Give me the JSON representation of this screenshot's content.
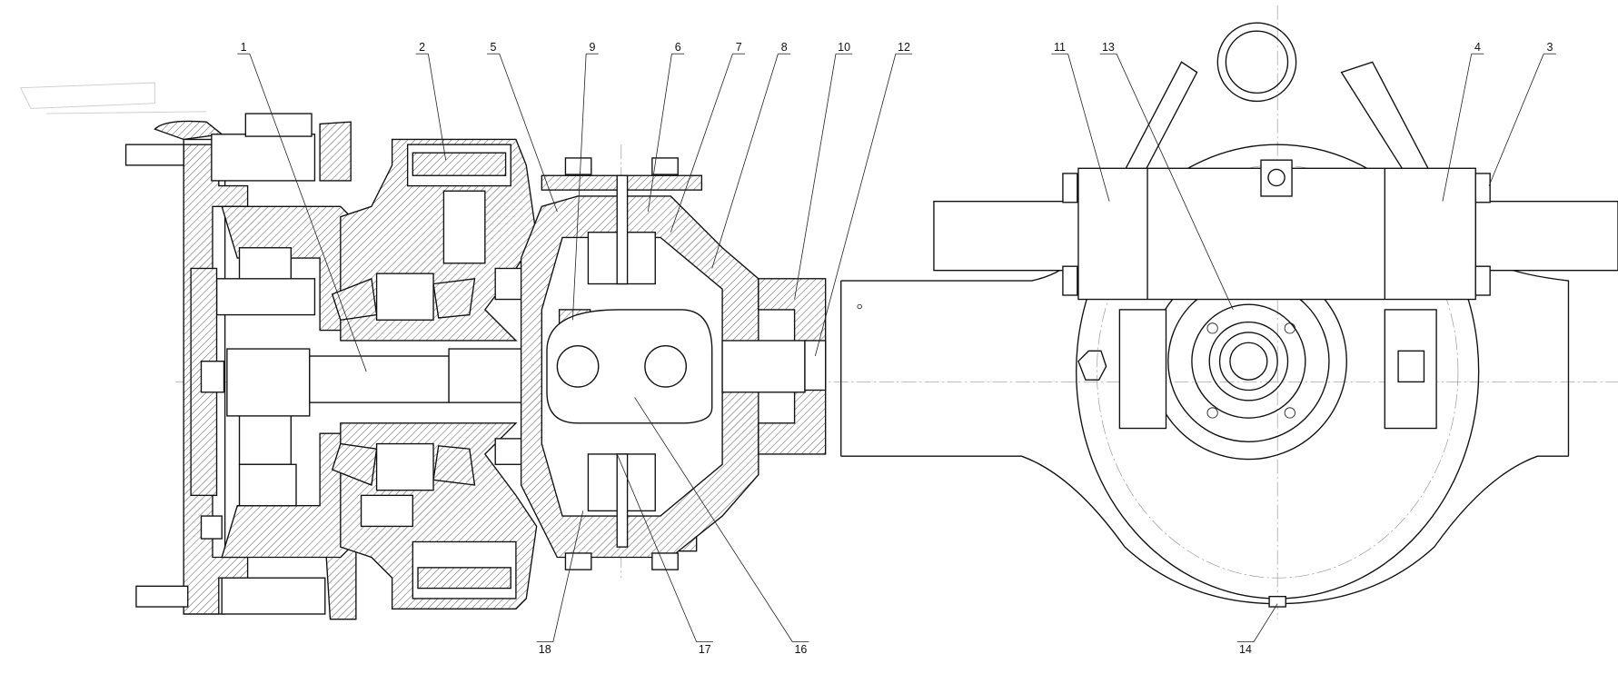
{
  "drawing": {
    "title": "Drive axle assembly – sectional and end view",
    "callouts": {
      "c1": "1",
      "c2": "2",
      "c3": "3",
      "c4": "4",
      "c5": "5",
      "c6": "6",
      "c7": "7",
      "c8": "8",
      "c9": "9",
      "c10": "10",
      "c11": "11",
      "c12": "12",
      "c13": "13",
      "c14": "14",
      "c16": "16",
      "c17": "17",
      "c18": "18"
    },
    "colors": {
      "line": "#111111",
      "centerline": "#999999",
      "background": "#ffffff"
    }
  }
}
